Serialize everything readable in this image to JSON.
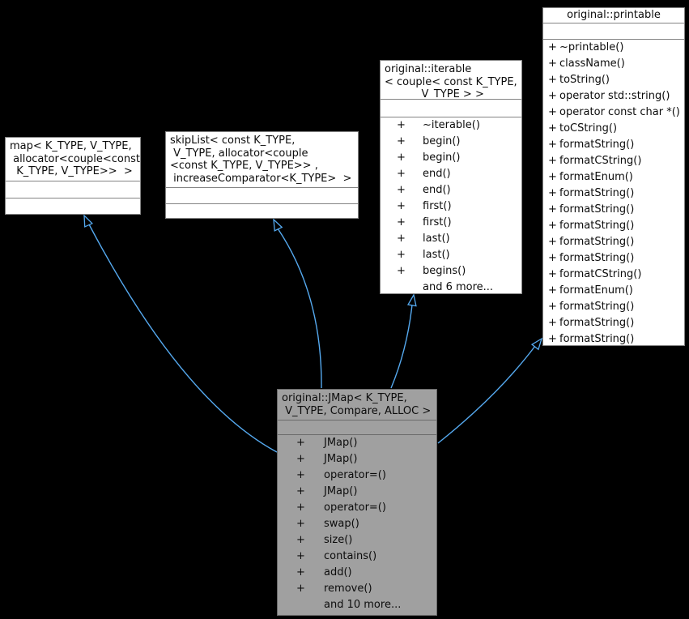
{
  "diagram_type": "uml-class-inheritance-diagram",
  "ui": {
    "plus": "+"
  },
  "colors": {
    "background": "#000000",
    "box_border": "#848484",
    "box_fill": "#ffffff",
    "focus_box_fill": "#a0a0a0",
    "focus_box_border": "#6a6a6a",
    "arrow": "#55a9ef",
    "text": "#0c0c0c"
  },
  "classes": {
    "map": {
      "title_lines": [
        "map< K_TYPE, V_TYPE,",
        " allocator<couple<const",
        "  K_TYPE, V_TYPE>>  >"
      ],
      "methods": [],
      "more": null
    },
    "skiplist": {
      "title_lines": [
        "skipList< const K_TYPE,",
        " V_TYPE, allocator<couple",
        "<const K_TYPE, V_TYPE>> ,",
        " increaseComparator<K_TYPE>  >"
      ],
      "methods": [],
      "more": null
    },
    "iterable": {
      "title_lines": [
        "original::iterable",
        "< couple< const K_TYPE,",
        "           V_TYPE > >"
      ],
      "methods": [
        "~iterable()",
        "begin()",
        "begin()",
        "end()",
        "end()",
        "first()",
        "first()",
        "last()",
        "last()",
        "begins()"
      ],
      "more": "and 6 more..."
    },
    "printable": {
      "title_lines": [
        "original::printable"
      ],
      "methods": [
        "~printable()",
        "className()",
        "toString()",
        "operator std::string()",
        "operator const char *()",
        "toCString()",
        "formatString()",
        "formatCString()",
        "formatEnum()",
        "formatString()",
        "formatString()",
        "formatString()",
        "formatString()",
        "formatString()",
        "formatCString()",
        "formatEnum()",
        "formatString()",
        "formatString()",
        "formatString()"
      ],
      "more": null
    },
    "jmap": {
      "title_lines": [
        "original::JMap< K_TYPE,",
        " V_TYPE, Compare, ALLOC >"
      ],
      "methods": [
        "JMap()",
        "JMap()",
        "operator=()",
        "JMap()",
        "operator=()",
        "swap()",
        "size()",
        "contains()",
        "add()",
        "remove()"
      ],
      "more": "and 10 more..."
    }
  },
  "edges": [
    {
      "from": "original::JMap< K_TYPE, V_TYPE, Compare, ALLOC >",
      "to": "map< K_TYPE, V_TYPE, allocator<couple<const K_TYPE, V_TYPE>> >",
      "relation": "inherits"
    },
    {
      "from": "original::JMap< K_TYPE, V_TYPE, Compare, ALLOC >",
      "to": "skipList< const K_TYPE, V_TYPE, allocator<couple<const K_TYPE, V_TYPE>> , increaseComparator<K_TYPE> >",
      "relation": "inherits"
    },
    {
      "from": "original::JMap< K_TYPE, V_TYPE, Compare, ALLOC >",
      "to": "original::iterable< couple< const K_TYPE, V_TYPE > >",
      "relation": "inherits"
    },
    {
      "from": "original::JMap< K_TYPE, V_TYPE, Compare, ALLOC >",
      "to": "original::printable",
      "relation": "inherits"
    }
  ]
}
